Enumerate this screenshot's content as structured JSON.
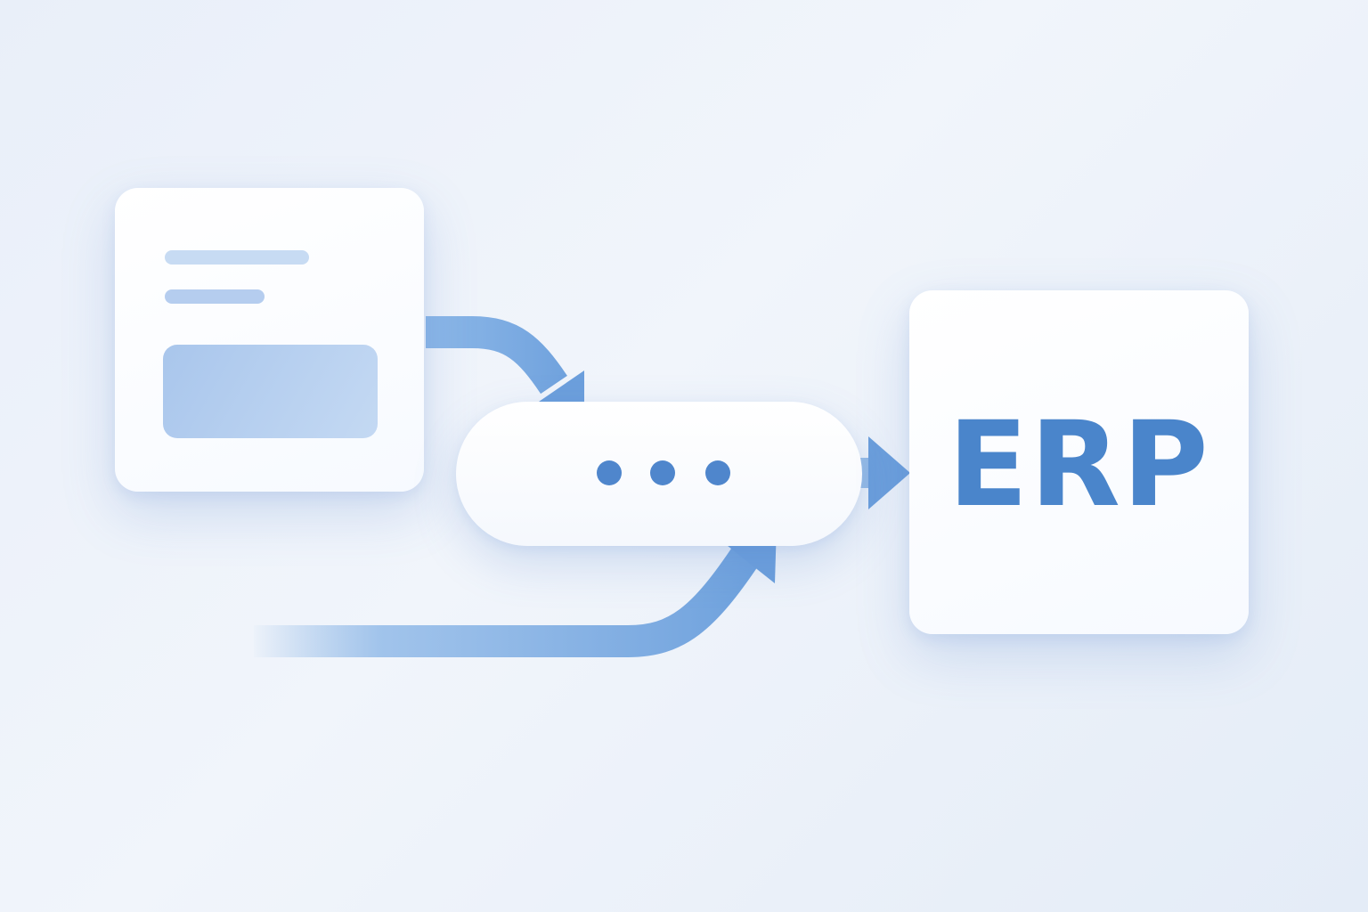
{
  "diagram": {
    "nodes": {
      "form": {
        "icon": "form-document-icon"
      },
      "processor": {
        "icon": "ellipsis-icon"
      },
      "erp": {
        "label": "ERP"
      }
    },
    "edges": [
      {
        "from": "form",
        "to": "processor"
      },
      {
        "from": "external-source",
        "to": "processor"
      },
      {
        "from": "processor",
        "to": "erp"
      }
    ]
  },
  "colors": {
    "accent": "#4a85cb",
    "arrow": "#6fa3de",
    "card": "#ffffff",
    "background": "#edf2fa"
  }
}
